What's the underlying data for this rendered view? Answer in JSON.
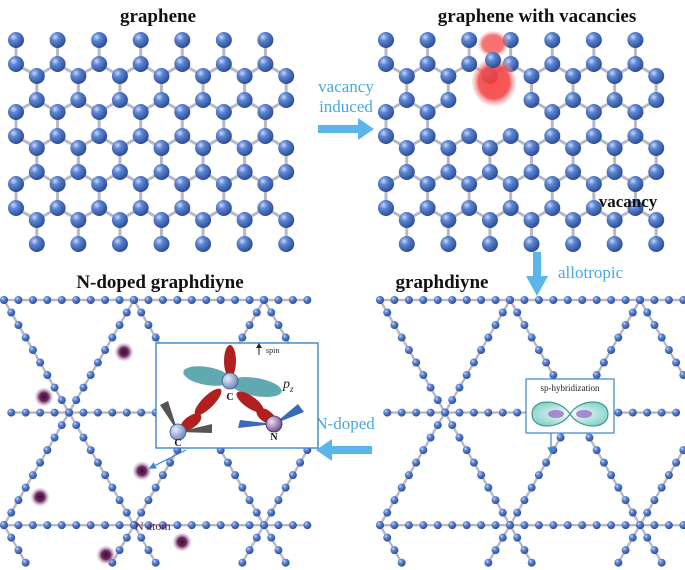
{
  "panels": {
    "top_left_title": "graphene",
    "top_right_title": "graphene with vacancies",
    "bottom_left_title": "N-doped graphdiyne",
    "bottom_right_title": "graphdiyne"
  },
  "arrows": {
    "vacancy_line1": "vacancy",
    "vacancy_line2": "induced",
    "allotropic": "allotropic",
    "n_doped": "N-doped"
  },
  "labels": {
    "vacancy": "vacancy",
    "n_atom": "N atom",
    "sp_hybridization": "sp-hybridization",
    "spin": "spin",
    "pz": "p",
    "pz_sub": "z",
    "atom_c_center": "C",
    "atom_c_left": "C",
    "atom_n": "N"
  },
  "colors": {
    "atom_blue": "#3a64b4",
    "bond_gray": "#b8b8c4",
    "arrow_blue": "#5ab6e8",
    "label_blue": "#4aa8e0",
    "vacancy_red": "#e63c3c",
    "n_purple": "#5a1f4c",
    "orbital_red": "#b02020",
    "orbital_teal": "#4fa0a8"
  }
}
